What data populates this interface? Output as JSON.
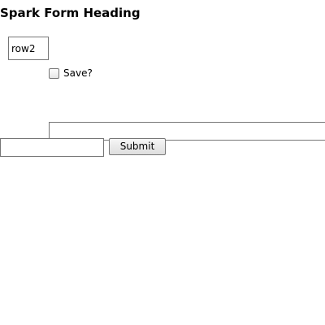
{
  "form": {
    "heading": "Spark Form Heading",
    "row_input": {
      "value": "row2",
      "placeholder": ""
    },
    "save_checkbox": {
      "label": "Save?",
      "checked": false
    },
    "wide_field": {
      "value": "",
      "placeholder": ""
    },
    "bottom_input": {
      "value": "",
      "placeholder": ""
    },
    "submit_label": "Submit"
  }
}
